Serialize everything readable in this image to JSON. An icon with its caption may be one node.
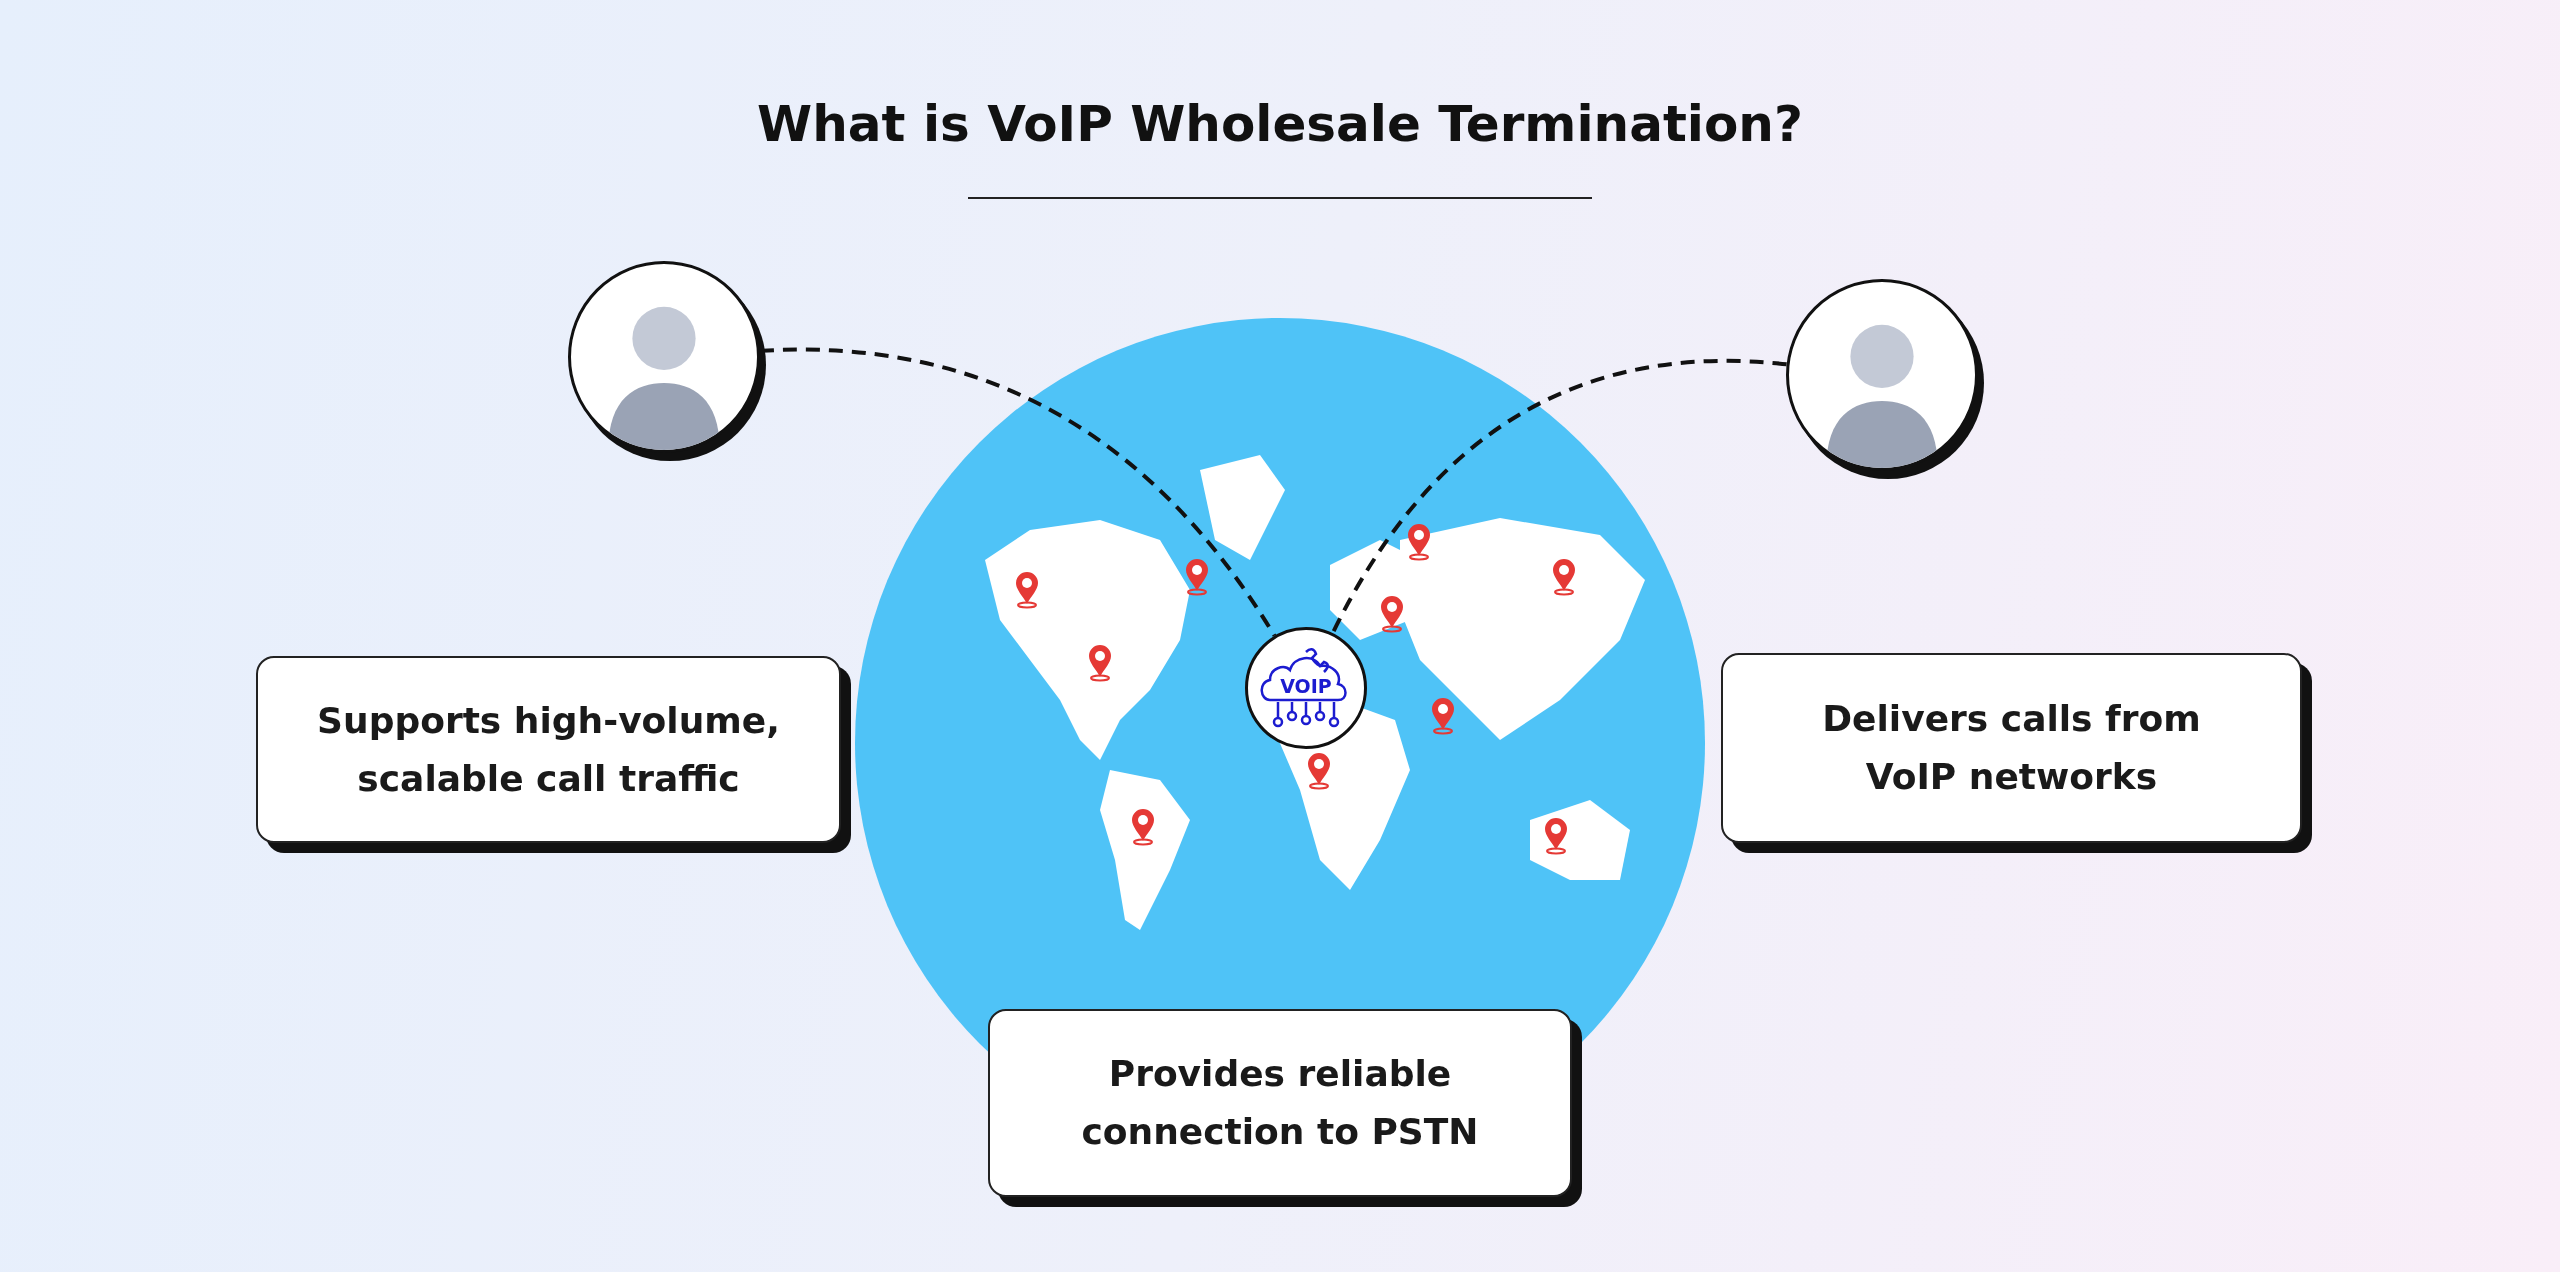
{
  "diagram": {
    "title": "What is VoIP Wholesale Termination?",
    "nodes": [
      {
        "text": [],
        "shape": "person"
      },
      {
        "text": [],
        "shape": "person"
      },
      {
        "text": [
          "VOIP"
        ]
      },
      {
        "text": [
          "Supports high-volume, scalable call traffic"
        ]
      },
      {
        "text": [
          "Delivers calls from VoIP networks"
        ]
      },
      {
        "text": [
          "Provides reliable connection to PSTN"
        ]
      }
    ],
    "edges": [
      {
        "from": 0,
        "to": 2,
        "arrow": "none",
        "style": "dashed"
      },
      {
        "from": 1,
        "to": 2,
        "arrow": "none",
        "style": "dashed"
      }
    ]
  }
}
